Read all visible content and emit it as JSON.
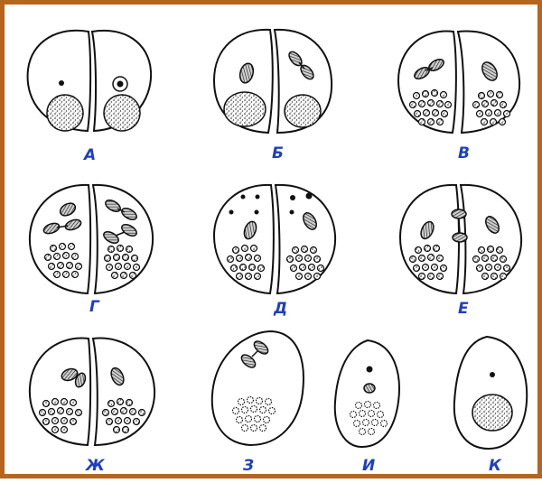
{
  "colors": {
    "frame": "#b5651d",
    "label": "#1f3fbf",
    "ink": "#111111"
  },
  "labels": {
    "a": "А",
    "b": "Б",
    "v": "В",
    "g": "Г",
    "d": "Д",
    "e": "Е",
    "zh": "Ж",
    "z": "З",
    "i": "И",
    "k": "К"
  }
}
